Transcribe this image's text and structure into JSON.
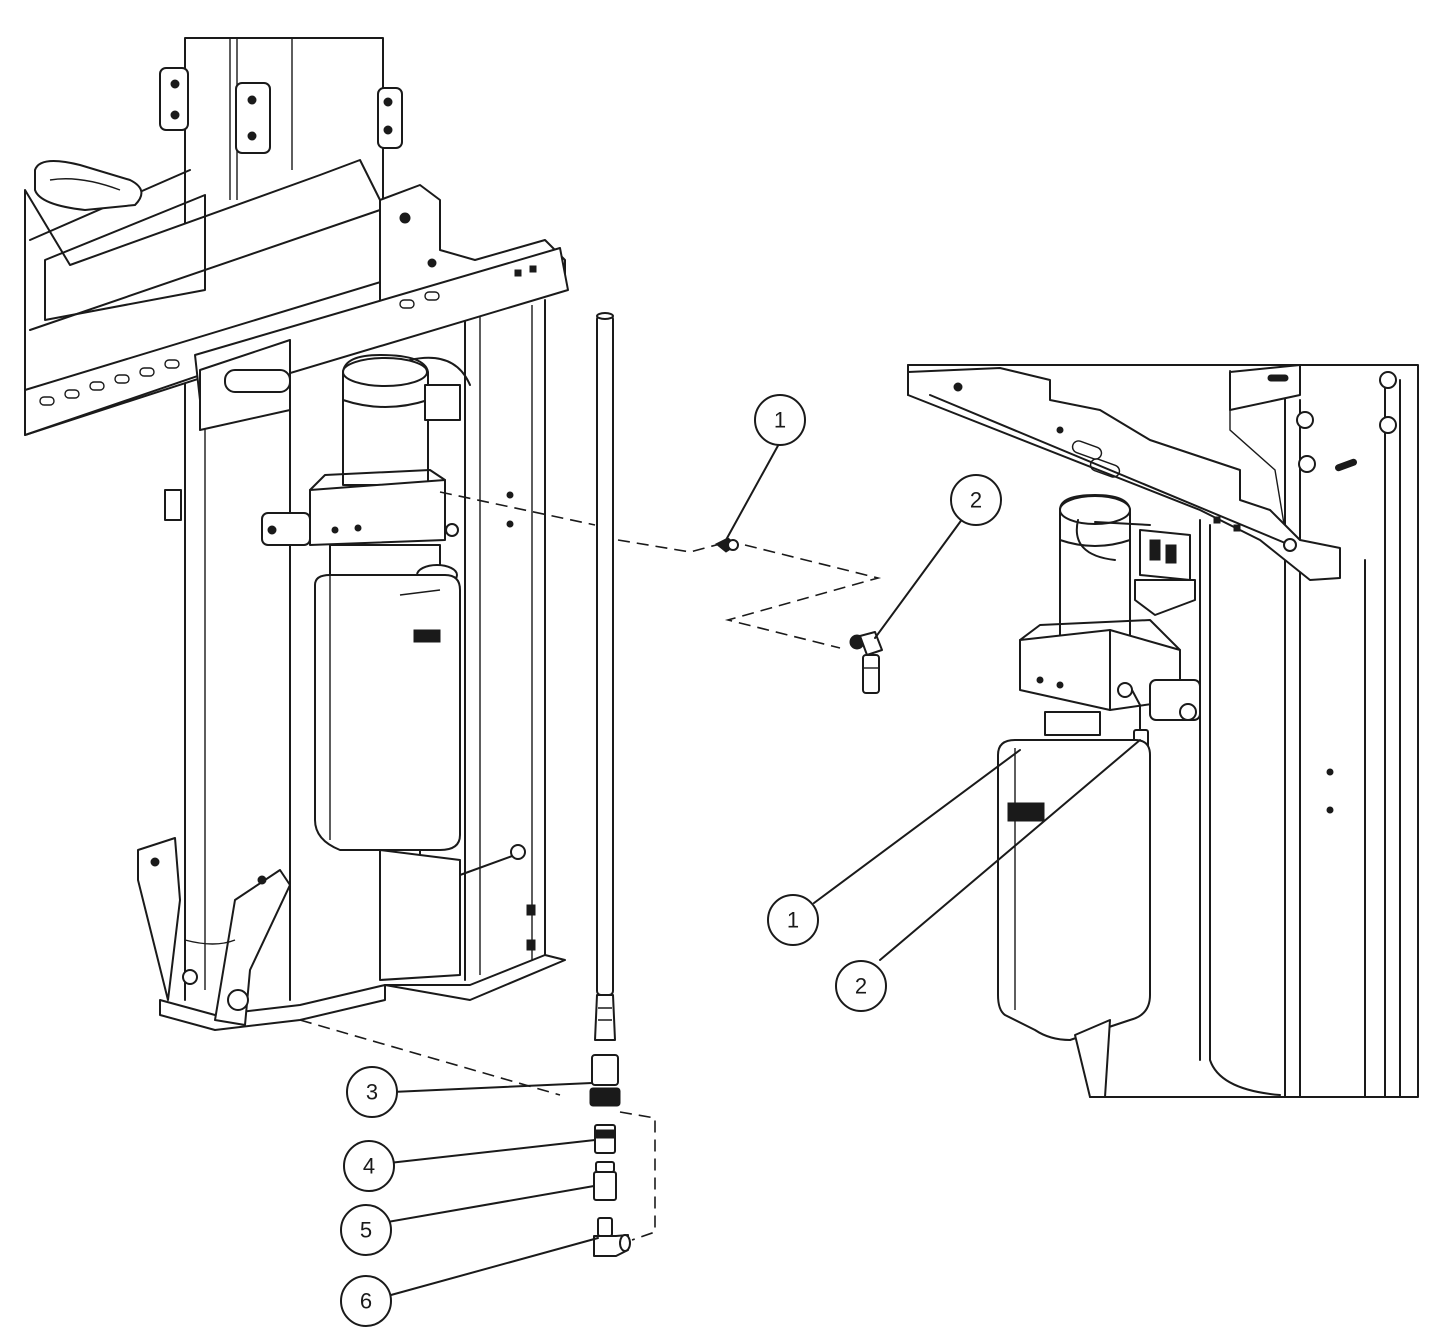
{
  "callouts": [
    {
      "id": "c1_top",
      "label": "1"
    },
    {
      "id": "c2_top",
      "label": "2"
    },
    {
      "id": "c1_detail",
      "label": "1"
    },
    {
      "id": "c2_detail",
      "label": "2"
    },
    {
      "id": "c3",
      "label": "3"
    },
    {
      "id": "c4",
      "label": "4"
    },
    {
      "id": "c5",
      "label": "5"
    },
    {
      "id": "c6",
      "label": "6"
    }
  ]
}
